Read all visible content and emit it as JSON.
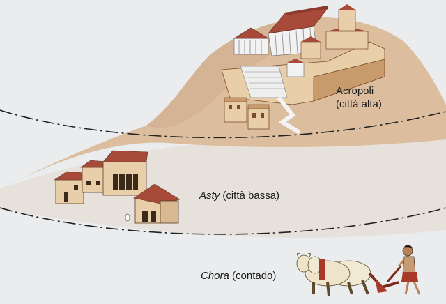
{
  "zones": {
    "acropoli": {
      "line1": "Acropoli",
      "line2": "(città alta)"
    },
    "asty": {
      "name": "Asty",
      "suffix": " (città bassa)"
    },
    "chora": {
      "name": "Chora",
      "suffix": " (contado)"
    }
  },
  "colors": {
    "sky": "#eef0f2",
    "hill": "#ddbfa0",
    "hill_shade": "#cfae8e",
    "lower_ground": "#e6e0dc",
    "plain": "#eaecee",
    "roof": "#a84a3a",
    "wall": "#e8cfaa",
    "wall_shade": "#c99a6c",
    "marble": "#f2f2f2",
    "divider": "#222222"
  },
  "icons": [
    "acropolis-illustration",
    "lower-town-houses-illustration",
    "oxen-plough-illustration"
  ]
}
